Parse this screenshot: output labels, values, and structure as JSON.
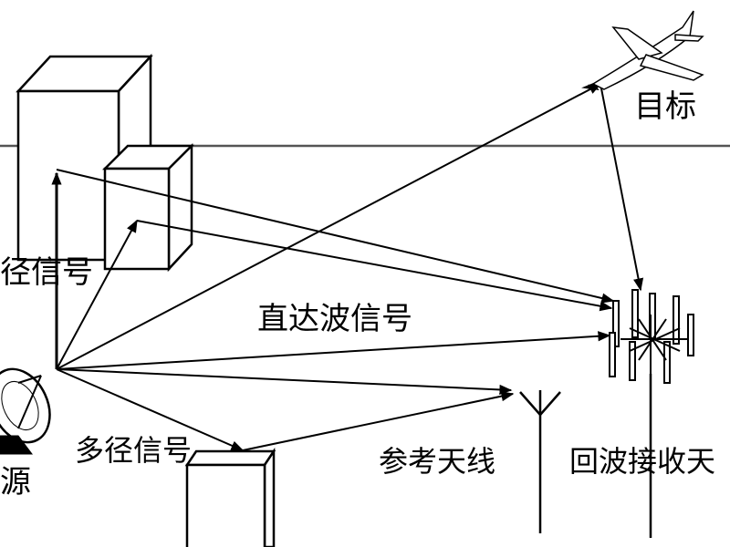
{
  "labels": {
    "target": "目标",
    "multipath_left": "径信号",
    "direct_wave": "直达波信号",
    "multipath_bottom": "多径信号",
    "source_partial": "源",
    "reference_antenna": "参考天线",
    "echo_antenna_partial": "回波接收天"
  },
  "colors": {
    "line": "#000000",
    "fill": "#ffffff",
    "horizon": "#555555"
  }
}
